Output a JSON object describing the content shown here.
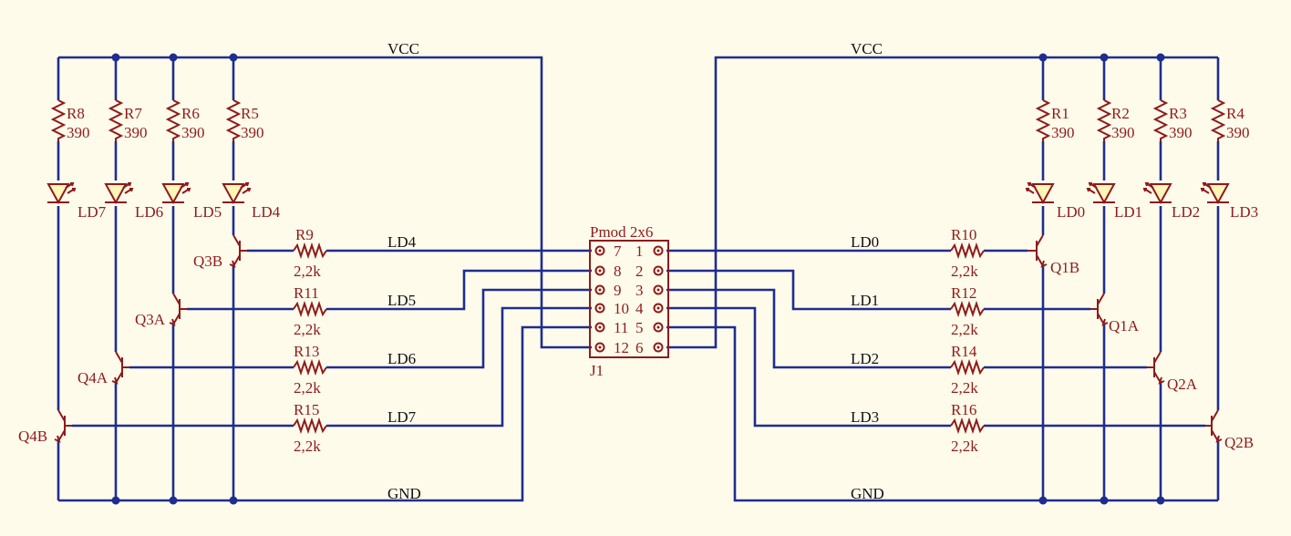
{
  "nets": {
    "vcc_left": "VCC",
    "vcc_right": "VCC",
    "gnd_left": "GND",
    "gnd_right": "GND",
    "ld0": "LD0",
    "ld1": "LD1",
    "ld2": "LD2",
    "ld3": "LD3",
    "ld4": "LD4",
    "ld5": "LD5",
    "ld6": "LD6",
    "ld7": "LD7"
  },
  "connector": {
    "ref": "J1",
    "value": "Pmod 2x6",
    "pins": [
      "1",
      "2",
      "3",
      "4",
      "5",
      "6",
      "7",
      "8",
      "9",
      "10",
      "11",
      "12"
    ]
  },
  "resistors": {
    "r1": "R1",
    "r2": "R2",
    "r3": "R3",
    "r4": "R4",
    "r5": "R5",
    "r6": "R6",
    "r7": "R7",
    "r8": "R8",
    "r9": "R9",
    "r10": "R10",
    "r11": "R11",
    "r12": "R12",
    "r13": "R13",
    "r14": "R14",
    "r15": "R15",
    "r16": "R16",
    "led_value": "390",
    "base_value": "2,2k"
  },
  "leds": {
    "ld0": "LD0",
    "ld1": "LD1",
    "ld2": "LD2",
    "ld3": "LD3",
    "ld4": "LD4",
    "ld5": "LD5",
    "ld6": "LD6",
    "ld7": "LD7"
  },
  "transistors": {
    "q1a": "Q1A",
    "q1b": "Q1B",
    "q2a": "Q2A",
    "q2b": "Q2B",
    "q3a": "Q3A",
    "q3b": "Q3B",
    "q4a": "Q4A",
    "q4b": "Q4B"
  },
  "colors": {
    "wire": "#1f2d8f",
    "component": "#8e1b1b",
    "background": "#fefbeb",
    "led_fill": "#fff6b8"
  }
}
